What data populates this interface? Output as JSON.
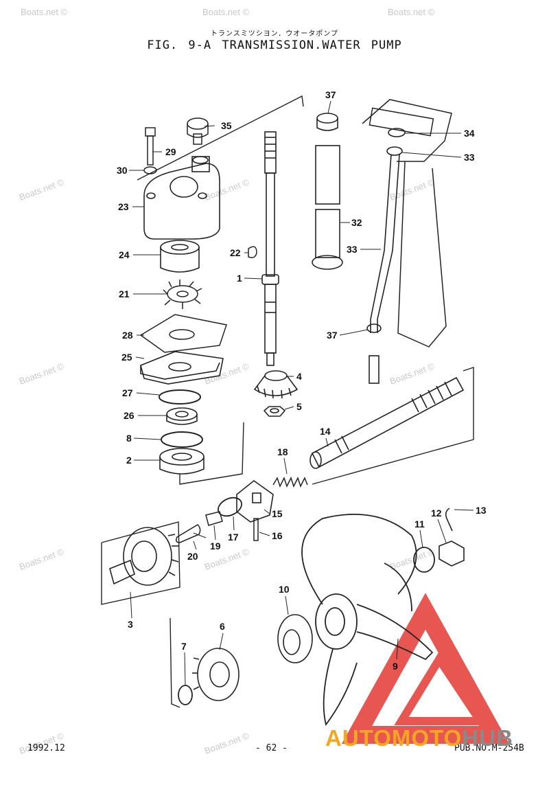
{
  "header": {
    "title_jp": "トランスミツシヨン．ウオータポンプ",
    "title": "FIG.  9-A TRANSMISSION.WATER PUMP"
  },
  "footer": {
    "date": "1992.12",
    "page": "- 62 -",
    "pub_no": "PUB.NO.M-254B"
  },
  "watermark": {
    "text": "Boats.net ©",
    "brand_part1": "AUTOMOTO",
    "brand_part2": "HUB",
    "brand_colors": {
      "orange": "#f5a623",
      "grey": "#8a8a8a",
      "red": "#e53935"
    }
  },
  "callouts": {
    "c1": "1",
    "c2": "2",
    "c3": "3",
    "c4": "4",
    "c5": "5",
    "c6": "6",
    "c7": "7",
    "c8": "8",
    "c9": "9",
    "c10": "10",
    "c11": "11",
    "c12": "12",
    "c13": "13",
    "c14": "14",
    "c15": "15",
    "c16": "16",
    "c17": "17",
    "c18": "18",
    "c19": "19",
    "c20": "20",
    "c21": "21",
    "c22": "22",
    "c23": "23",
    "c24": "24",
    "c25": "25",
    "c26": "26",
    "c27": "27",
    "c28": "28",
    "c29": "29",
    "c30": "30",
    "c32": "32",
    "c33": "33",
    "c34": "34",
    "c35": "35",
    "c37": "37"
  }
}
